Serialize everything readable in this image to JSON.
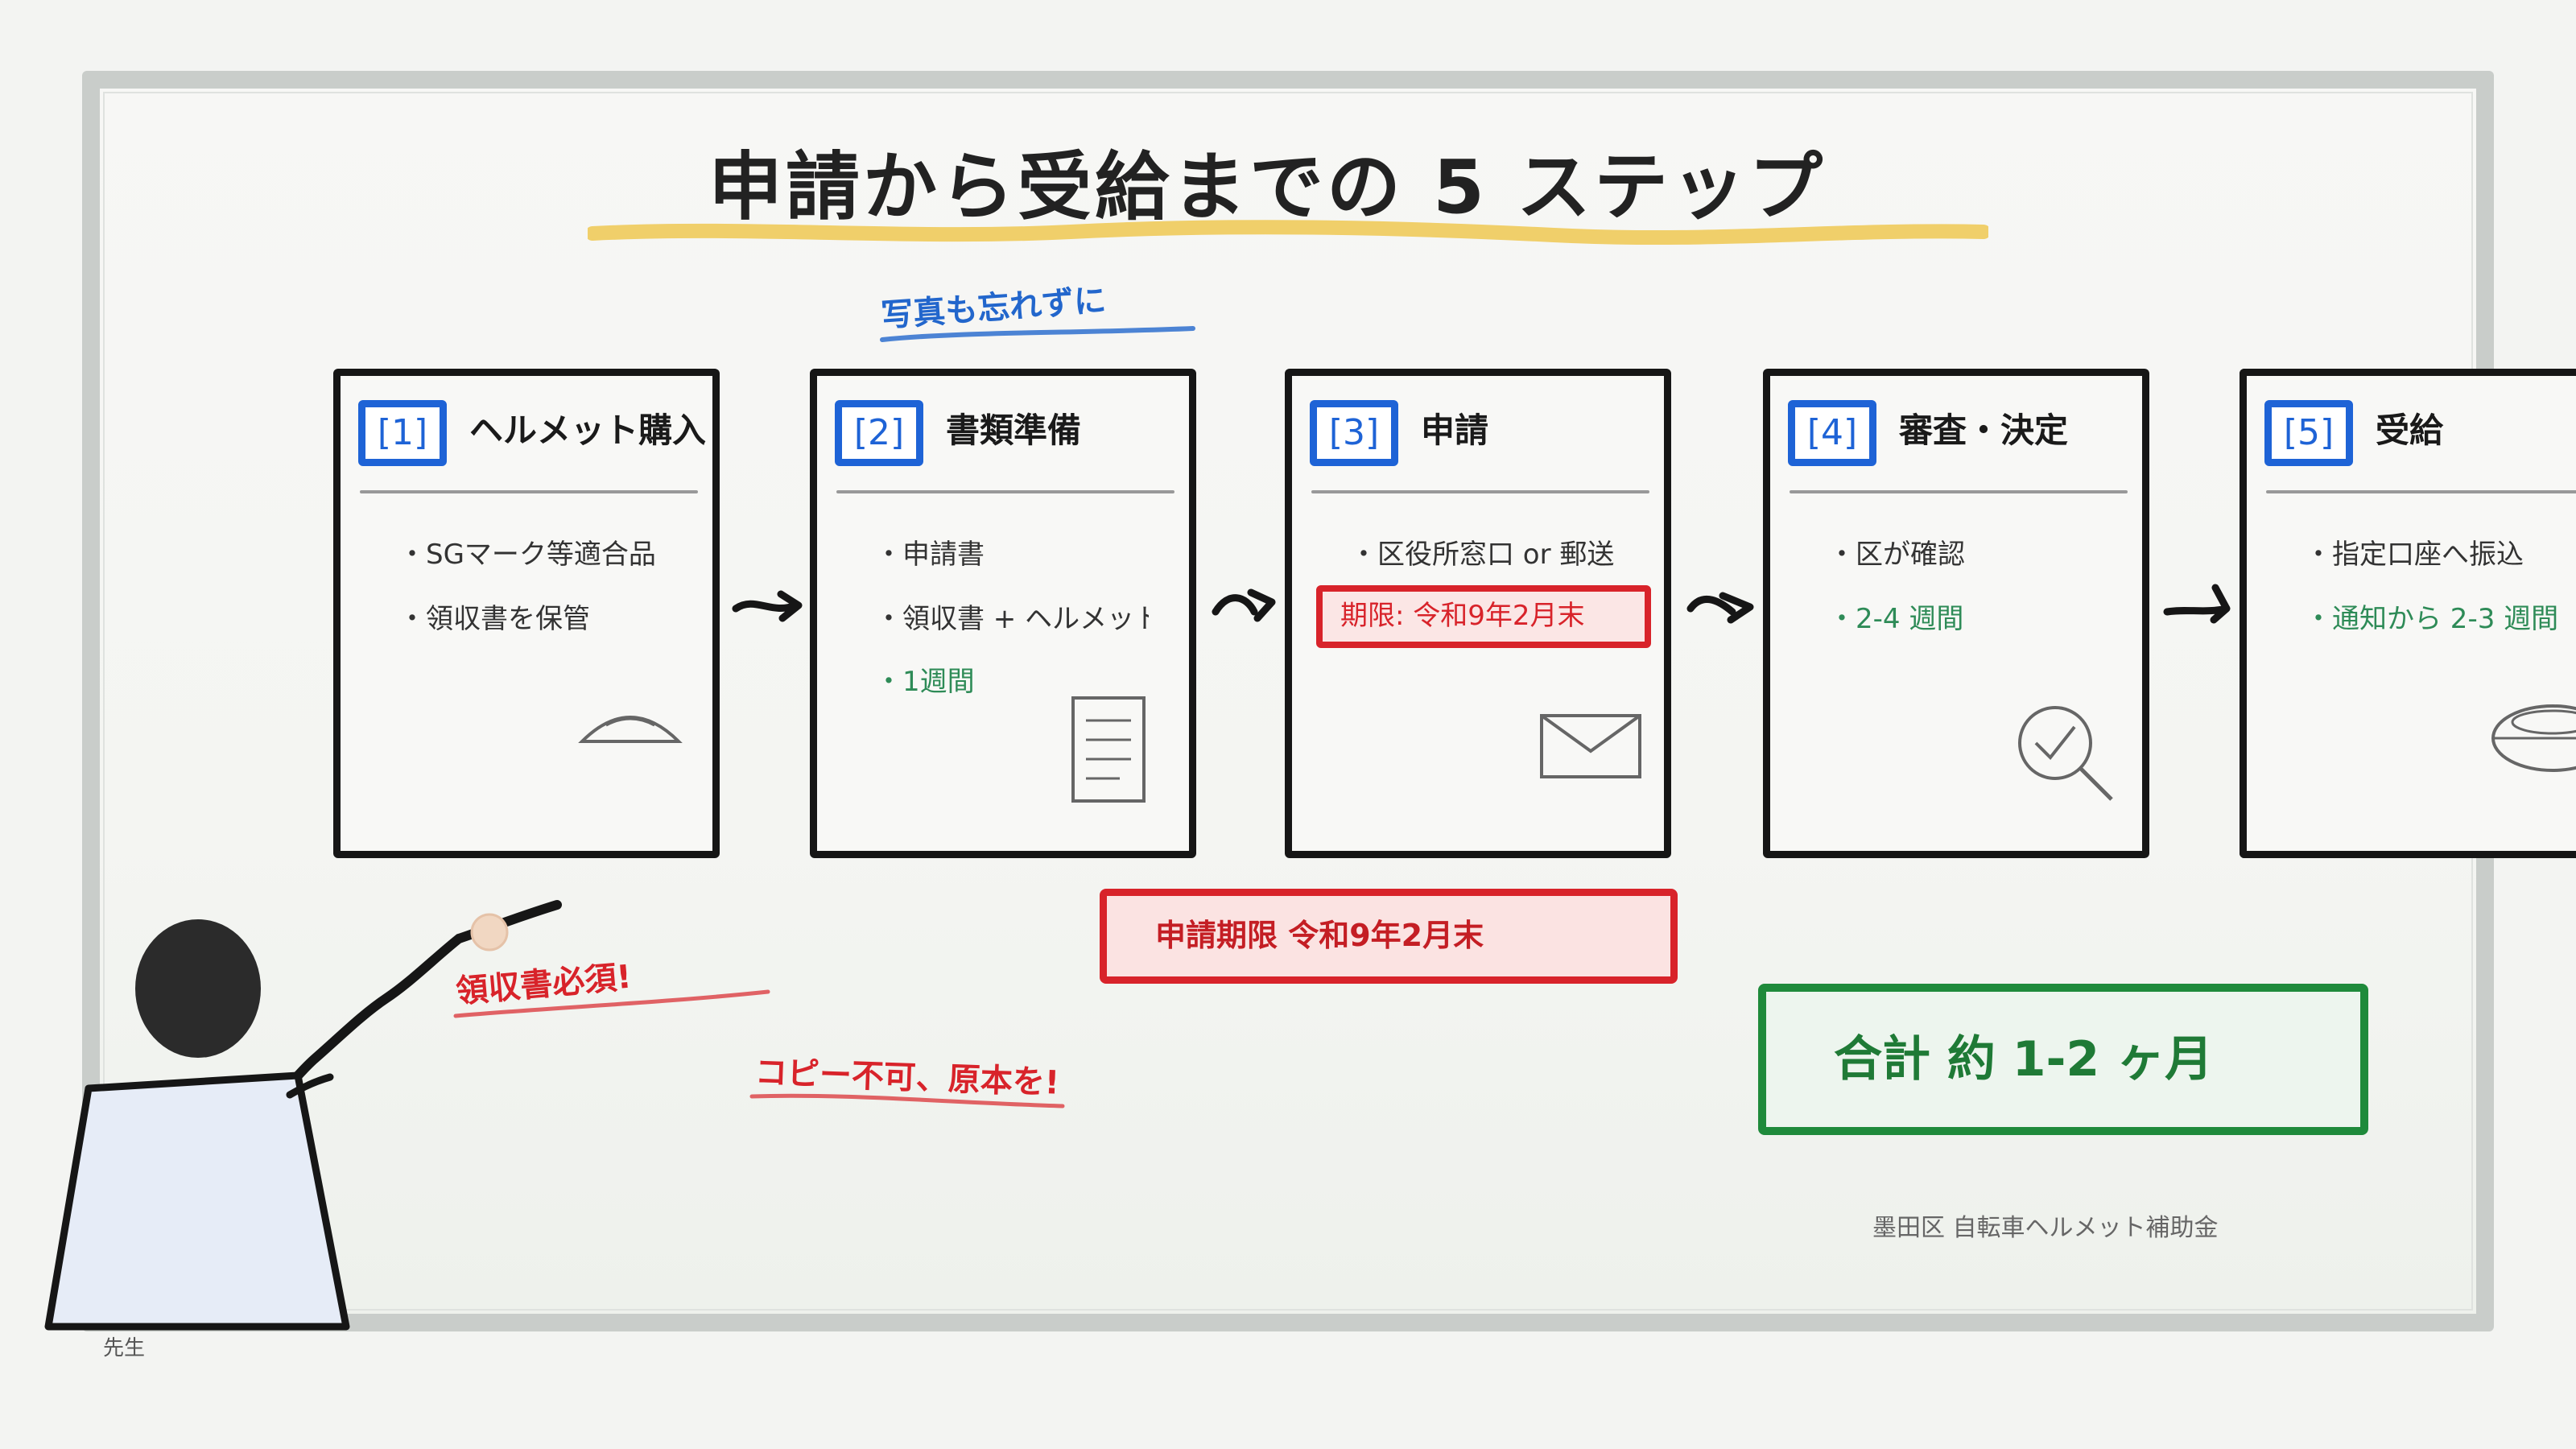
{
  "title": "申請から受給までの 5 ステップ",
  "photo_note": "写真も忘れずに",
  "steps": [
    {
      "badge": "[1]",
      "title": "ヘルメット購入",
      "bullets": [
        "・SGマーク等適合品",
        "・領収書を保管"
      ],
      "icon": "helmet-icon"
    },
    {
      "badge": "[2]",
      "title": "書類準備",
      "bullets": [
        "・申請書",
        "・領収書 + ヘルメット写真"
      ],
      "duration": "・1週間",
      "icon": "document-icon"
    },
    {
      "badge": "[3]",
      "title": "申請",
      "bullets": [
        "・区役所窓口 or 郵送"
      ],
      "deadline": "期限: 令和9年2月末",
      "icon": "envelope-icon"
    },
    {
      "badge": "[4]",
      "title": "審査・決定",
      "bullets": [
        "・区が確認"
      ],
      "duration": "・2-4 週間",
      "icon": "magnifier-check-icon"
    },
    {
      "badge": "[5]",
      "title": "受給",
      "bullets": [
        "・指定口座へ振込"
      ],
      "duration": "・通知から 2-3 週間",
      "icon": "coin-icon"
    }
  ],
  "deadline_box": "申請期限 令和9年2月末",
  "total_box": "合計 約 1-2 ヶ月",
  "notes": {
    "receipt_required": "領収書必須!",
    "no_copy": "コピー不可、原本を!"
  },
  "footer": "墨田区 自転車ヘルメット補助金",
  "teacher_label": "先生",
  "colors": {
    "blue": "#1e63d6",
    "red": "#d8232a",
    "green": "#1f8a3b",
    "yellow": "#f0cf6a",
    "ink": "#161616"
  }
}
